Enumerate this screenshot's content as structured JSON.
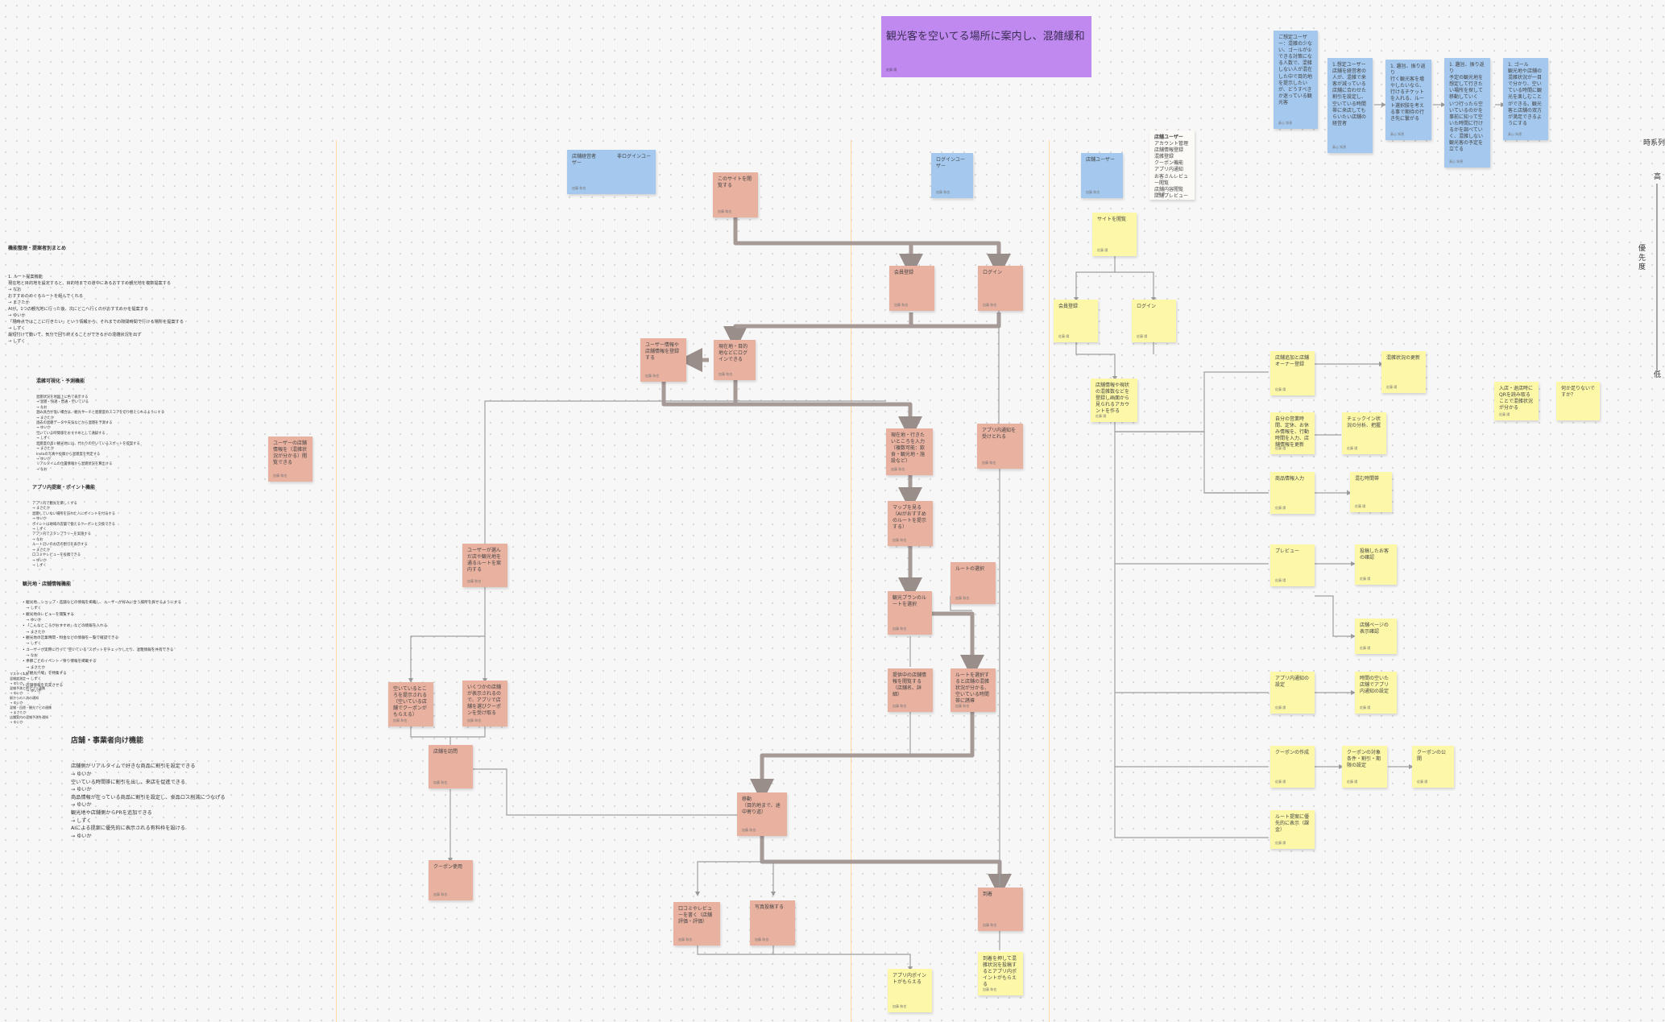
{
  "board": {
    "title": "観光客を空いてる場所に案内し、混雑緩和",
    "title_author": "佐藤 陽"
  },
  "summary": {
    "heading": "機能整理・提案者別まとめ",
    "lines": [
      "1. ルート提案機能",
      "現在地と目的地を設定すると、目的地までの道中にあるおすすめ観光地を複数提案する",
      "→ なお",
      "おすすめのめぐるルートを組んでくれる",
      "→ まさたか",
      "AIが、1つの観光地に行った後、次にどこへ行くのがおすすめかを提案する",
      "→ ゆいか",
      "「現時点ではここに行きたい」という情報から、それまでの隙間時間で行ける場所を提案する",
      "→ しずく",
      "最短付けて動いて、気分で回り終えることができるかの混雑状況を出す",
      "→ しずく"
    ]
  },
  "section_route": {
    "heading": "混雑可視化・予測機能",
    "lines": [
      "混雑状況を地図上に色で表示する",
      "→ 混雑・快適・普通・空いている",
      "→ なお",
      "混み具合が低い場合は、観光サーチと混雑度のスコアを切り替えられるようにする",
      "→ まさたか",
      "過去の混雑データや天気などから混雑を予測する",
      "→ ゆいか",
      "空いている時間帯をおすすめとして通知する",
      "→ しずく",
      "混雑度の高い観光地には、代わりの空いているスポットを提案する",
      "→ まさたか",
      "Instaの写真や投稿から混雑度を判定する",
      "→ ゆいか",
      "リアルタイムの位置情報から混雑状況を算出する",
      "→ なお"
    ]
  },
  "section_app": {
    "heading": "アプリ内提案・ポイント機能",
    "lines": [
      "アプリ内で観光を楽しくする",
      "→ まさたか",
      "混雑していない場所を訪れた人にポイントを付与する",
      "→ ゆいか",
      "ポイントは地域の店舗で使えるクーポンと交換できる",
      "→ しずく",
      "アプリ内でスタンプラリーを実施する",
      "→ なお",
      "ルート沿いのお店の割引を表示する",
      "→ まさたか",
      "口コミやレビューを投稿できる",
      "→ ゆいか",
      "→ しずく"
    ]
  },
  "section_tourism": {
    "heading": "観光地・店舗情報機能",
    "lines": [
      "• 観光地、ショップ・店舗などの情報を掲載し、ユーザーが好みに合う場所を探せるようにする",
      "   → しずく",
      "• 観光地のレビューを閲覧する",
      "   → ゆいか",
      "• 「こんなところがおすすめ」などの情報を入れる",
      "   → まさたか",
      "• 観光地の営業時間・料金などの情報を一覧で確認できる",
      "   → しずく",
      "• ユーザーが実際に行って“空いている”スポットをチェックしたり、混雑情報を共有できる",
      "   → なお",
      "• 季節ごとのイベント・祭り情報を掲載する",
      "   → まさたか",
      "• 「観光穴場」を特集する",
      "   → しずく",
      "• 店舗情報を充実させる",
      "   → ゆいか"
    ]
  },
  "section_misc": {
    "lines": [
      "マスタイム数",
      "混雑度測定",
      "→ ゆいか",
      "混雑予測と他アプリ連携",
      "→ ゆいか",
      "駅からの人流の通知",
      "→ ゆいか",
      "混雑・回遊・観光ナビの連携",
      "→ まさたか",
      "店舗案内の混雑予測を通知",
      "→ ゆいか"
    ]
  },
  "section_store": {
    "heading": "店舗・事業者向け機能",
    "lines": [
      "店舗側がリアルタイムで好きな商品に割引を設定できる",
      "→ ゆいか",
      "空いている時間帯に割引を出し、来店を促進できる",
      "→ ゆいか",
      "商品情報が在っている商品に割引を設定し、食品ロス削減につなげる",
      "→ ゆいか",
      "観光地や店舗側からPRを追加できる",
      "→ しずく",
      "AIによる提案に優先的に表示される有料枠を設ける",
      "→ ゆいか"
    ]
  },
  "lanes": [
    {
      "label": "店舗経営者",
      "label2": "非ログインユーザー",
      "author": "加藤 和也"
    },
    {
      "label": "ログインユーザー",
      "author": "加藤 和也"
    },
    {
      "label": "店舗ユーザー",
      "author": "加藤 和也"
    }
  ],
  "personas": [
    {
      "text": "ご想定ユーザー：混雑の少ない、ゴールが①できる対策になる人数で、混雑しない人が混在した中で目的地を提示したいが、どうすべきか迷っている観光客",
      "author": "真心 知恵"
    },
    {
      "text": "1.想定ユーザー\n店舗を経営者の人が、混雑で来客が減っている店舗に合わせた割引を設定し、空いている時間帯に来店してもらいたい店舗の経営者",
      "author": "真心 知恵"
    },
    {
      "text": "1. 趣旨、振り返り\n行く観光客を増やしたいなら、行けるチケットを入れる、ルート選択肢を考える事で期待の行き先に繋がる",
      "author": "真心 知恵"
    },
    {
      "text": "1. 趣旨、振り返り\n予定の観光地を想定して行きたい場所を探して移動していく\nいつ行ったら空いているのかを事前に知って空いた時間に行けるかを調べていく、混雑しない観光客の予定を立てる",
      "author": "真心 知恵"
    },
    {
      "text": "1. ゴール\n観光地や店舗の混雑状況が一目で分かり、空いている時間に観光を楽しむことができる。観光客と店舗の双方が満足できるようにする",
      "author": "真心 知恵"
    }
  ],
  "lane3_list": {
    "title": "店舗ユーザー",
    "items": [
      "アカウント管理",
      "店舗情報登録",
      "混雑登録",
      "クーポン機能",
      "アプリ内通知",
      "お客さんレビュー閲覧",
      "店舗内容閲覧",
      "店舗プレビュー",
      "クーポン発行"
    ],
    "author": "佐藤 陽"
  },
  "notes": {
    "n_visit": {
      "text": "このサイトを閲覧する",
      "author": "加藤 和也"
    },
    "n_register": {
      "text": "会員登録",
      "author": "加藤 和也"
    },
    "n_login": {
      "text": "ログイン",
      "author": "加藤 和也"
    },
    "n_view": {
      "text": "現在地・目的地などにログインできる",
      "author": "加藤 和也"
    },
    "n_userinfo": {
      "text": "ユーザー情報や店舗情報を登録する",
      "author": "加藤 和也"
    },
    "n_currentloc": {
      "text": "現在地・行きたいところを入力（複数可能：飲食・観光地・施設など）",
      "author": "加藤 和也"
    },
    "n_appnotify": {
      "text": "アプリ内通知を受けとれる",
      "author": "加藤 和也"
    },
    "n_map": {
      "text": "マップを見る\n（AIがおすすめのルートを提示する）",
      "author": "加藤 和也"
    },
    "n_routechoice": {
      "text": "ルートの選択",
      "author": "加藤 和也"
    },
    "n_selectroute": {
      "text": "観光プランのルートを選択",
      "author": "加藤 和也"
    },
    "n_detail": {
      "text": "提供中の店舗情報を閲覧する（店舗名、詳細）",
      "author": "加藤 和也"
    },
    "n_reservation": {
      "text": "ルートを選択すると店舗の混雑状況が分かる、空いている時間帯に誘導",
      "author": "加藤 和也"
    },
    "n_userroute": {
      "text": "ユーザーが選んだ店や観光地を通るルートを案内する",
      "author": "加藤 和也"
    },
    "n_wantgo": {
      "text": "空いているところを提示される（空いている店舗でクーポンがもらえる）",
      "author": "加藤 和也"
    },
    "n_several": {
      "text": "いくつかの店舗が表示されるので、アプリで店舗を選びクーポンを受け取る",
      "author": "加藤 和也"
    },
    "n_visitstore": {
      "text": "店舗を訪問",
      "author": "加藤 和也"
    },
    "n_couponuse": {
      "text": "クーポン使用",
      "author": "加藤 和也"
    },
    "n_move": {
      "text": "移動\n（目的地まで、途中寄り道）",
      "author": "加藤 和也"
    },
    "n_review": {
      "text": "口コミやレビューを書く（店舗評価・評価）",
      "author": "加藤 和也"
    },
    "n_photo": {
      "text": "写真投稿する",
      "author": "加藤 和也"
    },
    "n_arrive": {
      "text": "到着",
      "author": "加藤 和也"
    },
    "n_point": {
      "text": "アプリ内ポイントがもらえる",
      "author": "加藤 和也"
    },
    "n_arrivepoint": {
      "text": "到着を押して混雑状況を投稿するとアプリ内ポイントがもらえる",
      "author": "加藤 和也"
    },
    "n_store_left": {
      "text": "ユーザーの店舗情報を（混雑状況が分かる）閲覧できる",
      "author": "加藤 和也"
    }
  },
  "yellow": {
    "y_site": {
      "text": "サイトを閲覧",
      "author": "佐藤 陽"
    },
    "y_register": {
      "text": "会員登録",
      "author": "佐藤 陽"
    },
    "y_login": {
      "text": "ログイン",
      "author": "佐藤 陽"
    },
    "y_storeinfo": {
      "text": "店舗情報や現状の混雑数などを登録し画面から見られるアカウントを作る",
      "author": "佐藤 陽"
    },
    "y_storeadd": {
      "text": "店舗追加と店舗オーナー登録",
      "author": "佐藤 陽"
    },
    "y_crowdcount": {
      "text": "混雑状況の更新",
      "author": "佐藤 陽"
    },
    "y_hours": {
      "text": "自分の営業時間、定休、お休み情報を、行動時間を入力、店舗情報を更新",
      "author": "佐藤 陽"
    },
    "y_checkin": {
      "text": "チェックイン状況の分析、把握",
      "author": "佐藤 陽"
    },
    "y_sales": {
      "text": "商品情報入力",
      "author": "佐藤 陽"
    },
    "y_image": {
      "text": "混む時間帯",
      "author": "佐藤 陽"
    },
    "y_preview": {
      "text": "プレビュー",
      "author": "佐藤 陽"
    },
    "y_reviewconfirm": {
      "text": "投稿したお客の確認",
      "author": "佐藤 陽"
    },
    "y_userreview": {
      "text": "店舗ページの表示確認",
      "author": "佐藤 陽"
    },
    "y_appnotify": {
      "text": "アプリ内通知の設定",
      "author": "佐藤 陽"
    },
    "y_notifyset": {
      "text": "時間の空いた店舗でアプリ内通知の設定",
      "author": "佐藤 陽"
    },
    "y_coupon": {
      "text": "クーポンの作成",
      "author": "佐藤 陽"
    },
    "y_couponset": {
      "text": "クーポンの対象条件・割引・期限の設定",
      "author": "佐藤 陽"
    },
    "y_couponpub": {
      "text": "クーポンの公開",
      "author": "佐藤 陽"
    },
    "y_route": {
      "text": "ルート提案に優先的に表示（課金）",
      "author": "佐藤 陽"
    },
    "y_right1": {
      "text": "入店・退店時にQRを読み取ることで混雑状況が分かる",
      "author": "佐藤 陽"
    },
    "y_right2": {
      "text": "何か足りないですか？",
      "author": ""
    }
  },
  "timeline": {
    "label": "時系列",
    "high": "高",
    "priority": "優先度",
    "low": "低"
  }
}
